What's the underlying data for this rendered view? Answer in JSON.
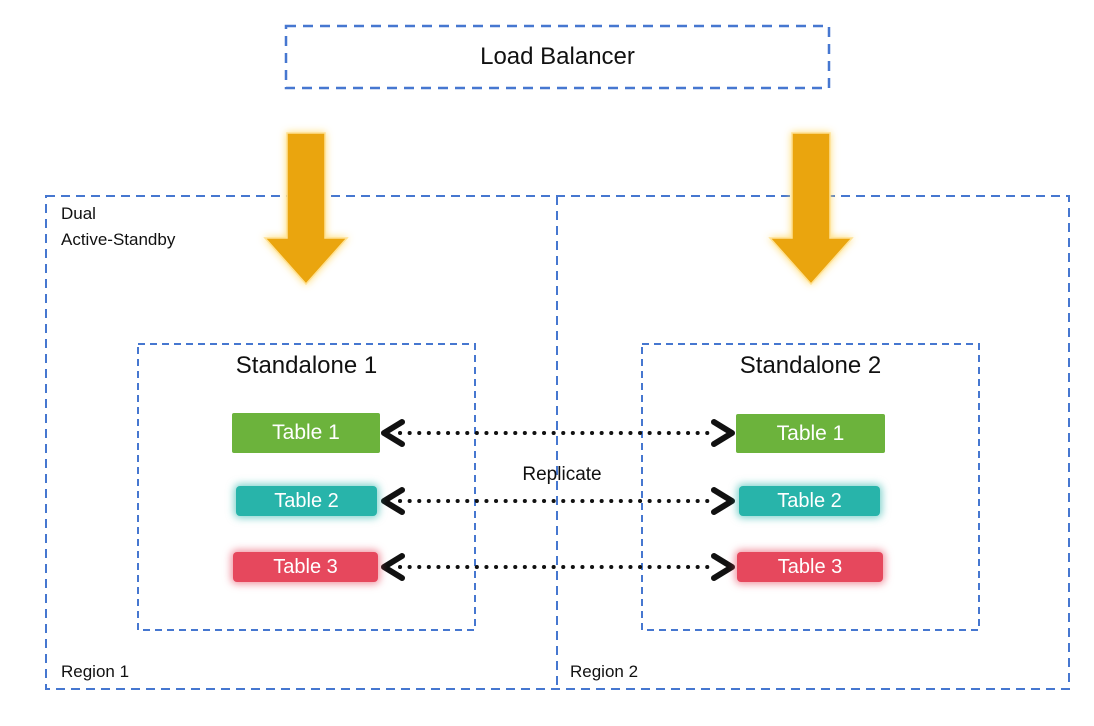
{
  "colors": {
    "dashed_border_blue": "#4677D0",
    "arrow_gold": "#EAA50E",
    "arrow_glow": "#FFE193",
    "replicate_dot_black": "#111111",
    "table_text_white": "#FFFFFF",
    "label_text": "#111111",
    "table_green": "#6CB33C",
    "table_teal": "#28B4AA",
    "table_red": "#E6485D"
  },
  "load_balancer": {
    "label": "Load Balancer"
  },
  "cluster": {
    "label": "Dual\nActive-Standby"
  },
  "regions": [
    {
      "label": "Region 1"
    },
    {
      "label": "Region 2"
    }
  ],
  "standalones": [
    {
      "title": "Standalone 1",
      "tables": [
        {
          "label": "Table 1",
          "color": "#6CB33C"
        },
        {
          "label": "Table 2",
          "color": "#28B4AA"
        },
        {
          "label": "Table 3",
          "color": "#E6485D"
        }
      ]
    },
    {
      "title": "Standalone 2",
      "tables": [
        {
          "label": "Table 1",
          "color": "#6CB33C"
        },
        {
          "label": "Table 2",
          "color": "#28B4AA"
        },
        {
          "label": "Table 3",
          "color": "#E6485D"
        }
      ]
    }
  ],
  "replication": {
    "label": "Replicate"
  }
}
